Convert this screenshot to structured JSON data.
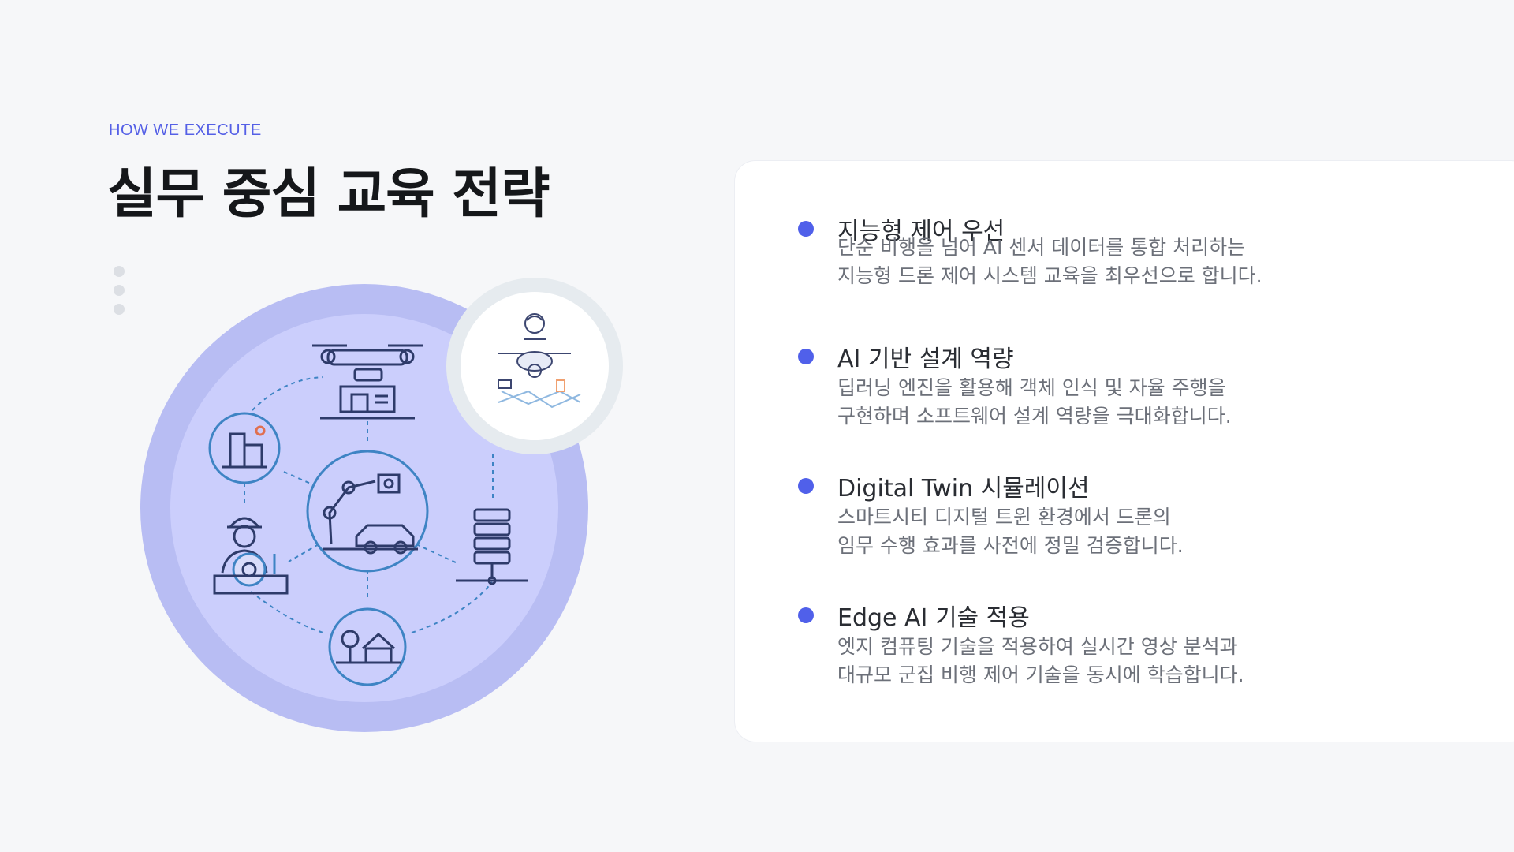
{
  "header": {
    "eyebrow": "HOW WE EXECUTE",
    "title": "실무 중심 교육 전략"
  },
  "colors": {
    "accent": "#5060ea",
    "title": "#15171a",
    "body": "#6c7079",
    "background": "#f6f7f9",
    "card": "#ffffff",
    "illustration_circle": "#c9ccfb"
  },
  "illustration": {
    "icons": [
      "drone-camera-icon",
      "city-building-icon",
      "robot-arm-car-icon",
      "driver-worker-icon",
      "server-rack-icon",
      "house-tree-icon",
      "smart-city-drone-icon"
    ]
  },
  "strategies": [
    {
      "title": "지능형 제어 우선",
      "desc_line1": "단순 비행을 넘어 AI 센서 데이터를 통합 처리하는",
      "desc_line2": "지능형 드론 제어 시스템 교육을 최우선으로 합니다."
    },
    {
      "title": "AI 기반 설계 역량",
      "desc_line1": "딥러닝 엔진을 활용해 객체 인식 및 자율 주행을",
      "desc_line2": "구현하며 소프트웨어 설계 역량을 극대화합니다."
    },
    {
      "title": "Digital Twin 시뮬레이션",
      "desc_line1": "스마트시티 디지털 트윈 환경에서 드론의",
      "desc_line2": "임무 수행 효과를 사전에 정밀 검증합니다."
    },
    {
      "title": "Edge AI 기술 적용",
      "desc_line1": "엣지 컴퓨팅 기술을 적용하여 실시간 영상 분석과",
      "desc_line2": "대규모 군집 비행 제어 기술을 동시에 학습합니다."
    }
  ]
}
